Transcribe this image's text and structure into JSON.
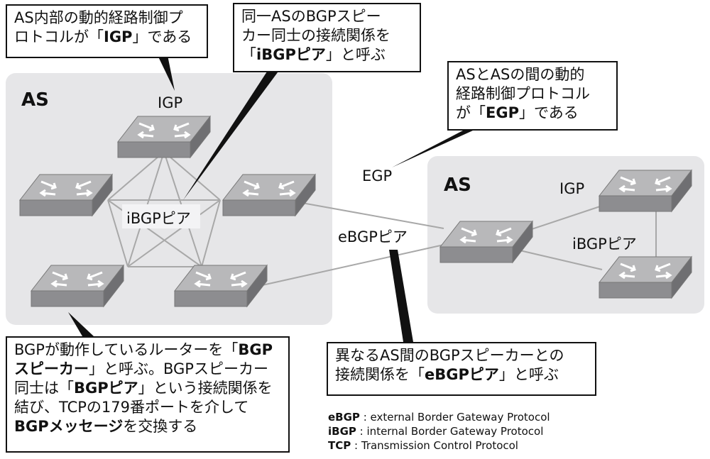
{
  "labels": {
    "as_left": "AS",
    "as_right": "AS",
    "igp_left": "IGP",
    "igp_right": "IGP",
    "egp": "EGP",
    "ibgp_left": "iBGPピア",
    "ibgp_right": "iBGPピア",
    "ebgp": "eBGPピア"
  },
  "callouts": {
    "igp": {
      "line1": "AS内部の動的経路制御プ",
      "line2_pre": "ロトコルが「",
      "line2_bold": "IGP",
      "line2_post": "」である"
    },
    "ibgp": {
      "line1": "同一ASのBGPスピー",
      "line2": "カー同士の接続関係を",
      "line3_pre": "「",
      "line3_bold": "iBGPピア",
      "line3_post": "」と呼ぶ"
    },
    "egp": {
      "line1": "ASとASの間の動的",
      "line2": "経路制御プロトコル",
      "line3_pre": "が「",
      "line3_bold": "EGP",
      "line3_post": "」である"
    },
    "bgp": {
      "line1_pre": "BGPが動作しているルーターを「",
      "line1_bold": "BGP",
      "line2_bold": "スピーカー",
      "line2_post": "」と呼ぶ。BGPスピーカー",
      "line3_pre": "同士は「",
      "line3_bold": "BGPピア",
      "line3_post": "」という接続関係を",
      "line4": "結び、TCPの179番ポートを介して",
      "line5_bold": "BGPメッセージ",
      "line5_post": "を交換する"
    },
    "ebgp": {
      "line1": "異なるAS間のBGPスピーカーとの",
      "line2_pre": "接続関係を「",
      "line2_bold": "eBGPピア",
      "line2_post": "」と呼ぶ"
    }
  },
  "legend": [
    {
      "abbr": "eBGP",
      "sep": ":",
      "full": "external Border Gateway Protocol"
    },
    {
      "abbr": "iBGP",
      "sep": ":",
      "full": "internal Border Gateway Protocol"
    },
    {
      "abbr": "TCP",
      "sep": ":",
      "full": "Transmission Control Protocol"
    }
  ],
  "colors": {
    "as_region": "#e6e6e8",
    "router_top": "#b3b3b5",
    "router_side": "#8a8a8d",
    "link": "#a8a8a8",
    "pointer": "#111111"
  }
}
